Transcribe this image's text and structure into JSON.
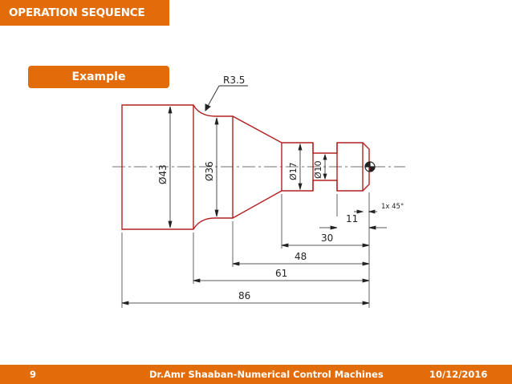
{
  "header": {
    "title": "OPERATION SEQUENCE"
  },
  "section": {
    "label": "Example"
  },
  "drawing": {
    "radius_label": "R3.5",
    "diameter_labels": [
      "Ø43",
      "Ø36",
      "Ø17",
      "Ø10"
    ],
    "chamfer_label": "1x 45°",
    "length_labels": [
      "11",
      "30",
      "48",
      "61",
      "86"
    ]
  },
  "footer": {
    "slide_number": "9",
    "title": "Dr.Amr Shaaban-Numerical Control Machines",
    "date": "10/12/2016"
  },
  "colors": {
    "accent": "#e36c0a",
    "part_outline": "#b22222",
    "dimension_line": "#222222"
  }
}
